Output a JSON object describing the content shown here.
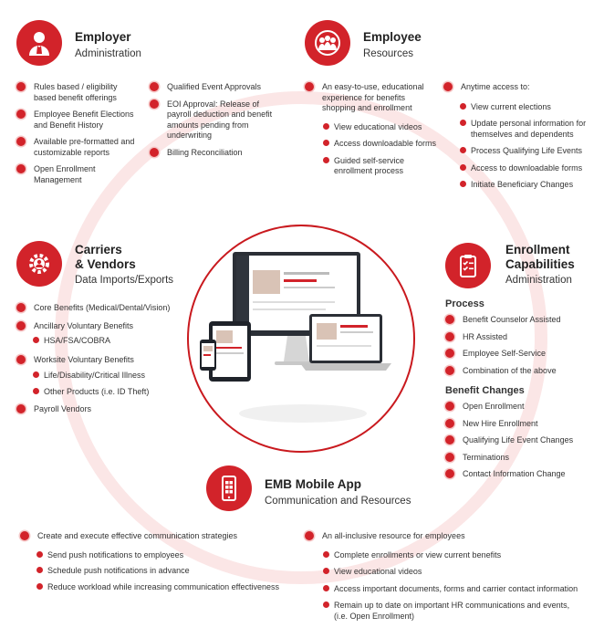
{
  "employer": {
    "title": "Employer",
    "subtitle": "Administration",
    "col1": [
      "Rules based / eligibility based benefit offerings",
      "Employee Benefit Elections and Benefit History",
      "Available pre-formatted and customizable reports",
      "Open Enrollment Management"
    ],
    "col2": [
      "Qualified Event Approvals",
      "EOI Approval: Release of payroll deduction and benefit amounts pending from underwriting",
      "Billing Reconciliation"
    ]
  },
  "employee": {
    "title": "Employee",
    "subtitle": "Resources",
    "main1": "An easy-to-use, educational experience for benefits shopping and enrollment",
    "sub1": [
      "View educational videos",
      "Access downloadable forms",
      "Guided self-service enrollment process"
    ],
    "main2": "Anytime access to:",
    "sub2": [
      "View current elections",
      "Update personal information for themselves and dependents",
      "Process Qualifying Life Events",
      "Access to downloadable forms",
      "Initiate Beneficiary Changes"
    ]
  },
  "carriers": {
    "title_line1": "Carriers",
    "title_line2": "& Vendors",
    "subtitle": "Data Imports/Exports",
    "i1": "Core Benefits (Medical/Dental/Vision)",
    "i2": "Ancillary Voluntary Benefits",
    "s2": [
      "HSA/FSA/COBRA"
    ],
    "i3": "Worksite Voluntary Benefits",
    "s3": [
      "Life/Disability/Critical Illness",
      "Other Products (i.e. ID Theft)"
    ],
    "i4": "Payroll Vendors"
  },
  "enrollment": {
    "title_line1": "Enrollment",
    "title_line2": "Capabilities",
    "subtitle": "Administration",
    "process_heading": "Process",
    "process": [
      "Benefit Counselor Assisted",
      "HR Assisted",
      "Employee Self-Service",
      "Combination of the above"
    ],
    "changes_heading": "Benefit Changes",
    "changes": [
      "Open Enrollment",
      "New Hire Enrollment",
      "Qualifying Life Event Changes",
      "Terminations",
      "Contact Information Change"
    ]
  },
  "mobile": {
    "title": "EMB Mobile App",
    "subtitle": "Communication and Resources",
    "main1": "Create and execute effective communication strategies",
    "sub1": [
      "Send push notifications to employees",
      "Schedule push notifications in advance",
      "Reduce workload while increasing communication effectiveness"
    ],
    "main2": "An all-inclusive resource for employees",
    "sub2": [
      "Complete enrollments or view current benefits",
      "View educational videos",
      "Access important documents, forms and carrier contact information",
      "Remain up to date on important HR communications and events, (i.e. Open Enrollment)"
    ]
  },
  "colors": {
    "accent": "#d2232a",
    "ring": "#fbe6e6"
  }
}
